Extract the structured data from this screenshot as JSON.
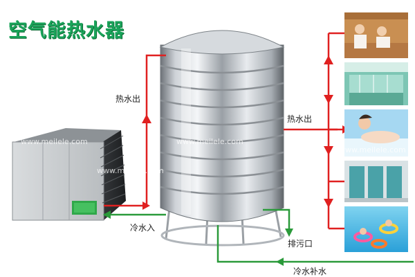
{
  "title": "空气能热水器",
  "labels": {
    "hot_water_out_left": "热水出",
    "hot_water_out_right": "热水出",
    "cold_water_in": "冷水入",
    "drain_outlet": "排污口",
    "cold_water_supply": "冷水补水"
  },
  "watermark": "www.meilele.com",
  "colors": {
    "title": "#1aa35a",
    "hot_pipe": "#e02020",
    "cold_pipe": "#2a9a3a"
  },
  "scenes": [
    {
      "name": "sauna"
    },
    {
      "name": "shower-room"
    },
    {
      "name": "bathtub"
    },
    {
      "name": "toilet-stalls"
    },
    {
      "name": "swimming-pool"
    }
  ]
}
